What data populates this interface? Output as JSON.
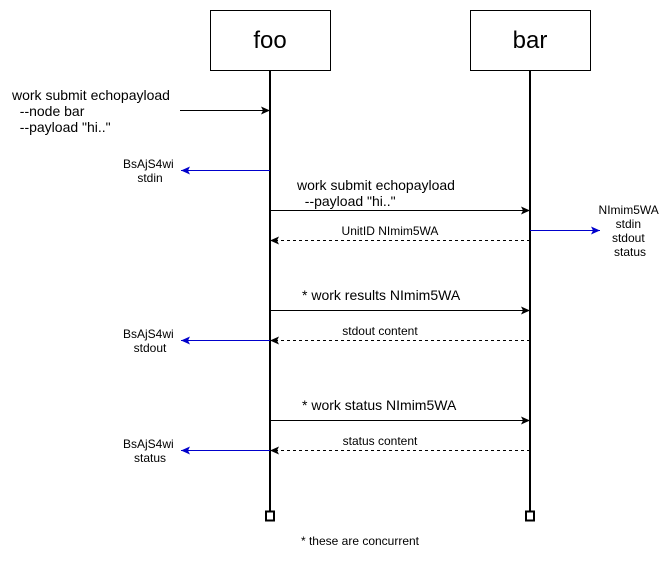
{
  "diagram": {
    "type": "sequence",
    "participants": [
      {
        "id": "foo",
        "label": "foo"
      },
      {
        "id": "bar",
        "label": "bar"
      }
    ],
    "colors": {
      "line": "#000000",
      "local_output": "#0000cc"
    },
    "incoming_command": {
      "lines": [
        "work submit echopayload",
        "  --node bar",
        "  --payload \"hi..\""
      ],
      "to": "foo"
    },
    "foo_output_1": {
      "lines": [
        "BsAjS4wi",
        "stdin"
      ]
    },
    "msg_submit": {
      "from": "foo",
      "to": "bar",
      "style": "solid",
      "lines": [
        "work submit echopayload",
        "  --payload \"hi..\""
      ]
    },
    "reply_unitid": {
      "from": "bar",
      "to": "foo",
      "style": "dashed",
      "label": "UnitID NImim5WA"
    },
    "bar_output": {
      "lines": [
        "NImim5WA",
        "stdin",
        "stdout",
        "status"
      ]
    },
    "msg_results": {
      "from": "foo",
      "to": "bar",
      "style": "solid",
      "label": "* work results NImim5WA"
    },
    "reply_stdout": {
      "from": "bar",
      "to": "foo",
      "style": "dashed",
      "label": "stdout content"
    },
    "foo_output_2": {
      "lines": [
        "BsAjS4wi",
        "stdout"
      ]
    },
    "msg_status": {
      "from": "foo",
      "to": "bar",
      "style": "solid",
      "label": "* work status NImim5WA"
    },
    "reply_status": {
      "from": "bar",
      "to": "foo",
      "style": "dashed",
      "label": "status content"
    },
    "foo_output_3": {
      "lines": [
        "BsAjS4wi",
        "status"
      ]
    },
    "footnote": "* these are concurrent"
  }
}
